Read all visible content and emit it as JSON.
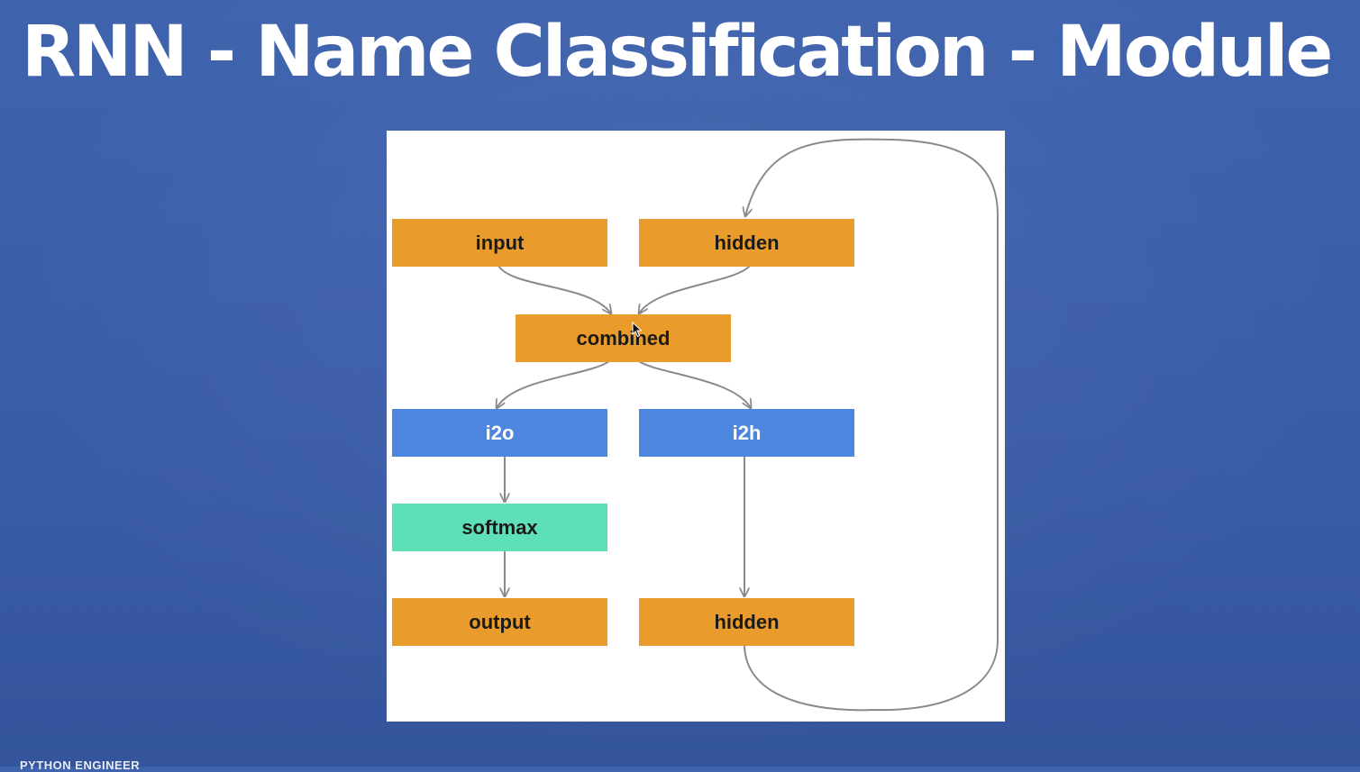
{
  "slide": {
    "title": "RNN - Name Classification - Module",
    "footer": "PYTHON ENGINEER"
  },
  "diagram": {
    "nodes": {
      "input": "input",
      "hidden_in": "hidden",
      "combined": "combined",
      "i2o": "i2o",
      "i2h": "i2h",
      "softmax": "softmax",
      "output": "output",
      "hidden_out": "hidden"
    },
    "edges": [
      [
        "input",
        "combined"
      ],
      [
        "hidden_in",
        "combined"
      ],
      [
        "combined",
        "i2o"
      ],
      [
        "combined",
        "i2h"
      ],
      [
        "i2o",
        "softmax"
      ],
      [
        "softmax",
        "output"
      ],
      [
        "i2h",
        "hidden_out"
      ],
      [
        "hidden_out",
        "hidden_in"
      ]
    ],
    "colors": {
      "tensor": "#e99c2b",
      "linear": "#4d86df",
      "activation": "#5ddfb8",
      "edge": "#8a8a8a"
    }
  }
}
